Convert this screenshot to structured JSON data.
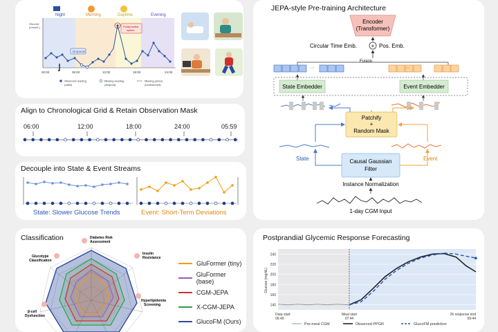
{
  "daily_panel": {
    "periods": [
      "Night",
      "Morning",
      "Daytime",
      "Evening"
    ],
    "ylabel": "Glucose\n(mmol/L)",
    "xticks": [
      "00:00",
      "06:00",
      "12:00",
      "18:00",
      "24:00"
    ],
    "annotations": {
      "spike": "Postprandial\nspikes",
      "dropout": "Dropouts"
    },
    "legend": [
      "Observed reading\n(valid)",
      "Missing reading\n(dropout)",
      "Missing period\n(unobserved)"
    ]
  },
  "align_panel": {
    "title": "Align to Chronological Grid & Retain Observation Mask",
    "times": [
      "06:00",
      "12:00",
      "18:00",
      "24:00",
      "05:59"
    ]
  },
  "decouple_panel": {
    "title": "Decouple into State & Event Streams",
    "state_label": "State: Slower Glucose Trends",
    "event_label": "Event: Short-Term Deviations"
  },
  "jepa_panel": {
    "title": "JEPA-style Pre-training Architecture",
    "encoder": "Encoder\n(Transformer)",
    "circular_time": "Circular Time Emb.",
    "plus": "+",
    "pos_emb": "Pos. Emb.",
    "fusion": "Fusion",
    "state_embedder": "State Embedder",
    "event_embedder": "Event Embedder",
    "patchify": "Patchify\n+\nRandom Mask",
    "state": "State",
    "event": "Event",
    "gaussian": "Causal Gaussian\nFilter",
    "instance_norm": "Instance Normalization",
    "input": "1-day CGM Input",
    "ellipsis": "···"
  },
  "classification_panel": {
    "title": "Classification",
    "axes": [
      "Diabetes Risk\nAssessment",
      "Insulin\nResistance",
      "Hyperlipidemia\nScreening",
      "",
      "",
      "β-cell\nDysfunction",
      "Glucotype\nClassification"
    ],
    "legend": [
      {
        "name": "GluFormer (tiny)",
        "color": "#f39c12"
      },
      {
        "name": "GluFormer (base)",
        "color": "#9b59b6"
      },
      {
        "name": "CGM-JEPA",
        "color": "#d0312d"
      },
      {
        "name": "X-CGM-JEPA",
        "color": "#2e9e3e"
      },
      {
        "name": "GlucoFM (Ours)",
        "color": "#2c4a9e"
      }
    ]
  },
  "forecast_panel": {
    "title": "Postprandial  Glycemic Response Forecasting",
    "chart_data": {
      "type": "line",
      "ylabel": "Glucose (mg/dL)",
      "yticks": [
        140,
        160,
        180,
        200,
        220,
        240
      ],
      "ylim": [
        130,
        250
      ],
      "xlim": [
        0,
        1
      ],
      "x_labels": [
        {
          "text": "Data start\n06:49",
          "x": 0.0
        },
        {
          "text": "Meal start\n07:44",
          "x": 0.36
        },
        {
          "text": "2h response end\n09:44",
          "x": 1.0
        }
      ],
      "series": [
        {
          "name": "Pre-meal CGM",
          "color": "#8a9aa6",
          "points": [
            [
              0.0,
              141
            ],
            [
              0.05,
              140
            ],
            [
              0.1,
              141
            ],
            [
              0.15,
              140
            ],
            [
              0.2,
              141
            ],
            [
              0.25,
              140
            ],
            [
              0.3,
              141
            ],
            [
              0.36,
              140
            ]
          ]
        },
        {
          "name": "Observed PPGR",
          "color": "#222222",
          "points": [
            [
              0.36,
              140
            ],
            [
              0.42,
              150
            ],
            [
              0.48,
              172
            ],
            [
              0.54,
              195
            ],
            [
              0.6,
              212
            ],
            [
              0.66,
              225
            ],
            [
              0.72,
              234
            ],
            [
              0.78,
              240
            ],
            [
              0.84,
              241
            ],
            [
              0.9,
              234
            ],
            [
              0.95,
              217
            ],
            [
              1.0,
              205
            ]
          ]
        },
        {
          "name": "GlucoFM prediction",
          "color": "#2451b3",
          "points": [
            [
              0.36,
              140
            ],
            [
              0.42,
              146
            ],
            [
              0.48,
              166
            ],
            [
              0.54,
              190
            ],
            [
              0.6,
              208
            ],
            [
              0.66,
              222
            ],
            [
              0.72,
              232
            ],
            [
              0.78,
              238
            ],
            [
              0.84,
              242
            ],
            [
              0.9,
              240
            ],
            [
              0.95,
              236
            ],
            [
              1.0,
              232
            ]
          ]
        }
      ],
      "grid": true,
      "legend_position": "bottom"
    }
  }
}
